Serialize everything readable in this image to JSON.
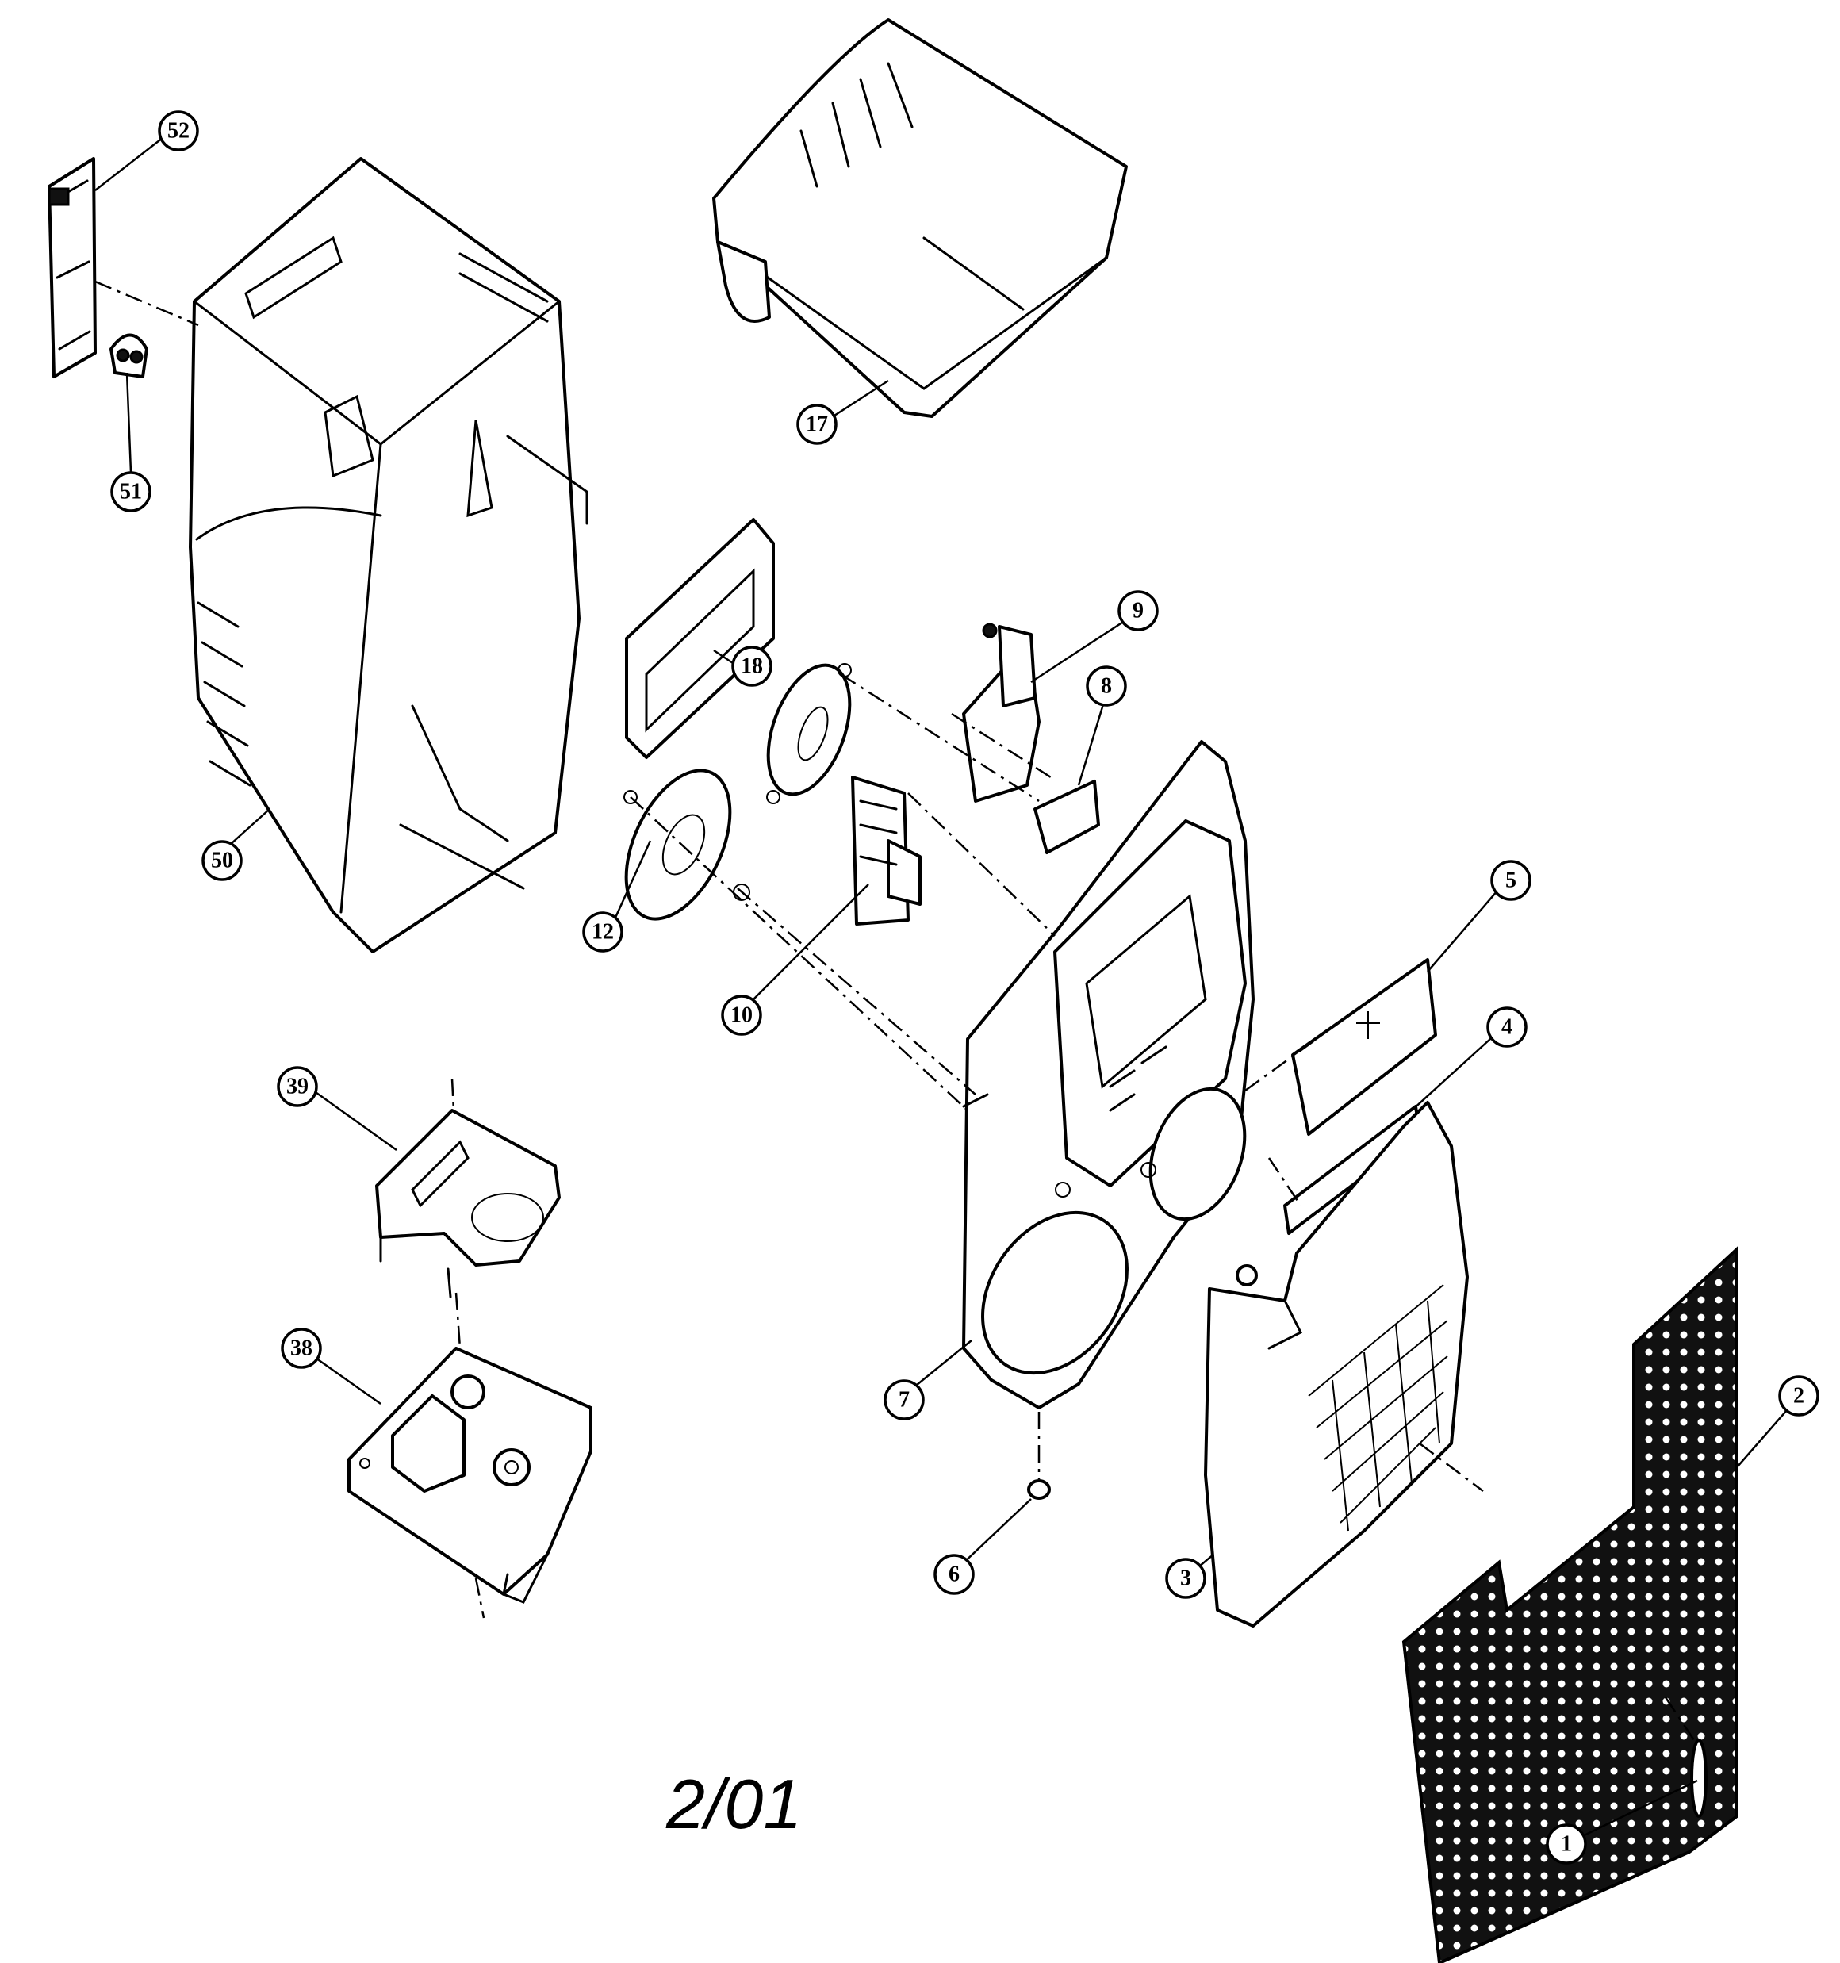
{
  "diagram": {
    "date_label": "2/01",
    "callouts": [
      {
        "id": "c52",
        "label": "52"
      },
      {
        "id": "c51",
        "label": "51"
      },
      {
        "id": "c50",
        "label": "50"
      },
      {
        "id": "c17",
        "label": "17"
      },
      {
        "id": "c18",
        "label": "18"
      },
      {
        "id": "c9",
        "label": "9"
      },
      {
        "id": "c8",
        "label": "8"
      },
      {
        "id": "c12",
        "label": "12"
      },
      {
        "id": "c10",
        "label": "10"
      },
      {
        "id": "c5",
        "label": "5"
      },
      {
        "id": "c4",
        "label": "4"
      },
      {
        "id": "c39",
        "label": "39"
      },
      {
        "id": "c38",
        "label": "38"
      },
      {
        "id": "c7",
        "label": "7"
      },
      {
        "id": "c6",
        "label": "6"
      },
      {
        "id": "c3",
        "label": "3"
      },
      {
        "id": "c2",
        "label": "2"
      },
      {
        "id": "c1",
        "label": "1"
      }
    ]
  }
}
